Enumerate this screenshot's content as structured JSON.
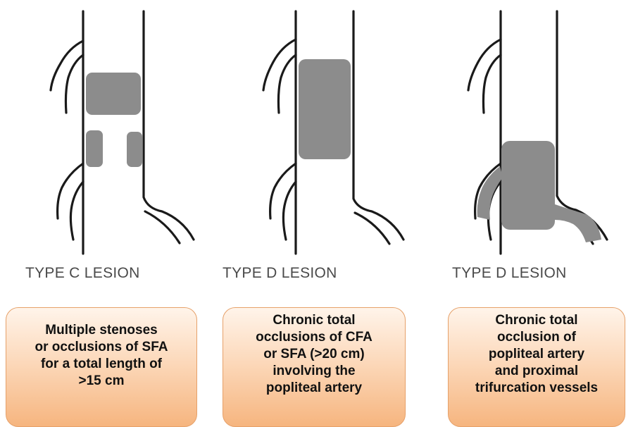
{
  "panels": [
    {
      "type_label": "TYPE C LESION",
      "description": "Multiple stenoses\nor occlusions of SFA\nfor a total length of\n>15 cm"
    },
    {
      "type_label": "TYPE D LESION",
      "description": "Chronic total\nocclusions of CFA\nor SFA (>20 cm)\ninvolving the\npopliteal artery"
    },
    {
      "type_label": "TYPE D LESION",
      "description": "Chronic total\nocclusion of\npopliteal artery\nand proximal\ntrifurcation vessels"
    }
  ],
  "colors": {
    "lesion": "#8c8c8c",
    "box_fill": "#fcd9bb",
    "box_border": "#e6a16a"
  }
}
